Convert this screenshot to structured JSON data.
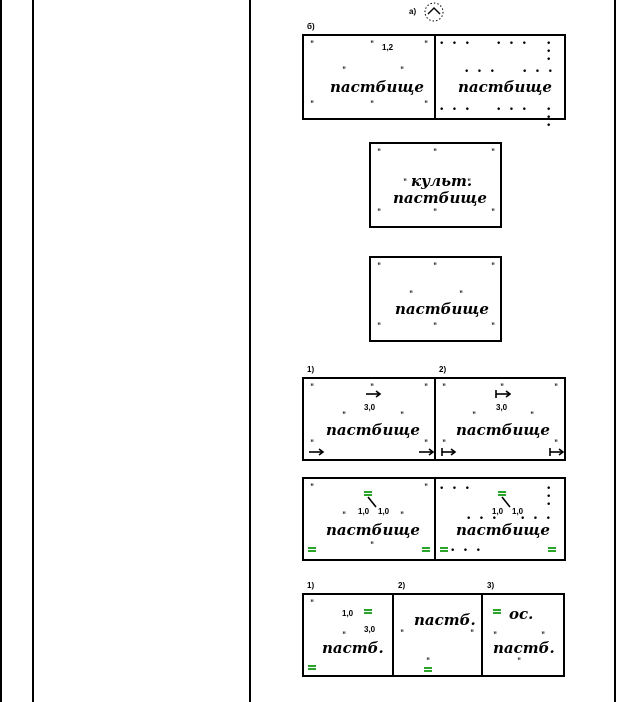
{
  "labels": {
    "a": "а)",
    "b": "б)",
    "s1": "1)",
    "s2": "2)",
    "t1": "1)",
    "t2": "2)",
    "t3": "3)"
  },
  "words": {
    "pasture": "пастбище",
    "cultivated": "культ.",
    "pasture_abbr": "пастб.",
    "os": "ос."
  },
  "numbers": {
    "width_12": "1,2",
    "width_30": "3,0",
    "width_10": "1,0"
  },
  "symbols": {
    "tick": "\"",
    "dots": "• • •"
  },
  "colors": {
    "accent_green": "#2aa52a",
    "border": "#000000"
  }
}
